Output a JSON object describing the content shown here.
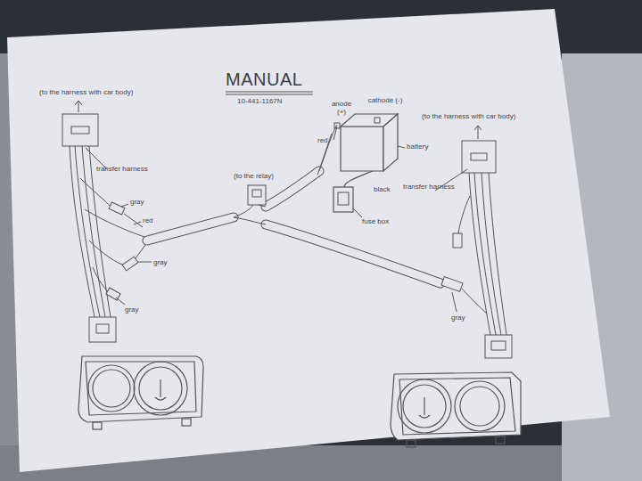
{
  "diagram": {
    "title": "MANUAL",
    "nodes": [
      {
        "text": [
          "anode (+)",
          "cathode (-)",
          "battery"
        ]
      },
      {
        "text": [
          "fuse box"
        ]
      }
    ],
    "edges": [
      {
        "from": 0,
        "to": 1,
        "arrow": "none",
        "label": "black"
      }
    ],
    "labels": [
      "10-441-1167N",
      "(to the harness with car body)",
      "transfer harness",
      "gray",
      "red",
      "gray",
      "gray",
      "(to the relay)",
      "red",
      "(to the harness with car body)",
      "transfer harness",
      "gray"
    ]
  }
}
